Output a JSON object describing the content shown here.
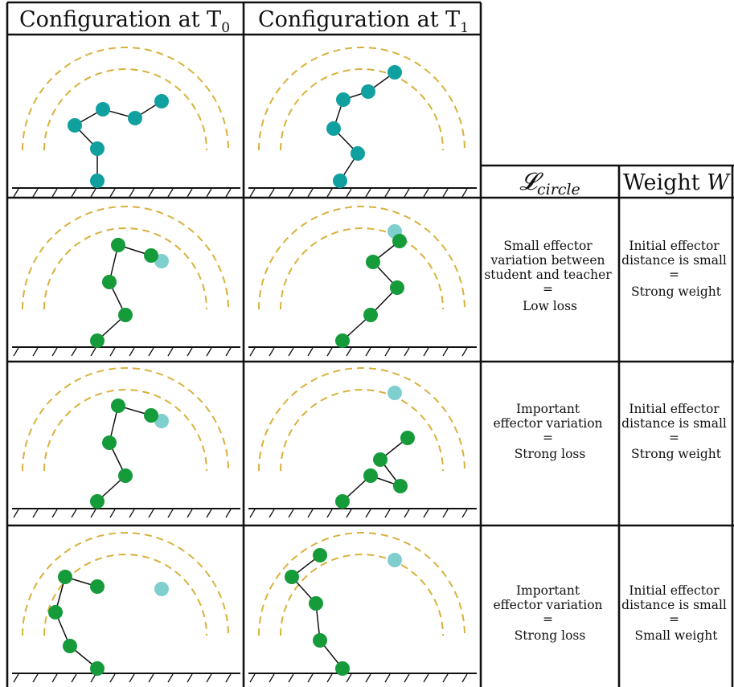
{
  "headers": {
    "t0": "Configuration at T",
    "t0_sub": "0",
    "t1": "Configuration at T",
    "t1_sub": "1",
    "loss": "𝓛",
    "loss_sub": "circle",
    "weight": "Weight ",
    "weight_var": "W"
  },
  "colors": {
    "teal_joint": "#10a0a0",
    "green_joint": "#159b3a",
    "target_joint": "#7fcfcf",
    "arc": "#d9b13c",
    "link": "#111111"
  },
  "rows": [
    {
      "loss_text": [],
      "weight_text": []
    },
    {
      "loss_text": [
        "Small effector",
        "variation between",
        "student and teacher",
        "=",
        "Low loss"
      ],
      "weight_text": [
        "Initial effector",
        "distance is small",
        "=",
        "Strong weight"
      ]
    },
    {
      "loss_text": [
        "Important",
        "effector variation",
        "=",
        "Strong loss"
      ],
      "weight_text": [
        "Initial effector",
        "distance is small",
        "=",
        "Strong weight"
      ]
    },
    {
      "loss_text": [
        "Important",
        "effector variation",
        "=",
        "Strong loss"
      ],
      "weight_text": [
        "Initial effector",
        "distance is small",
        "=",
        "Small weight"
      ]
    }
  ]
}
